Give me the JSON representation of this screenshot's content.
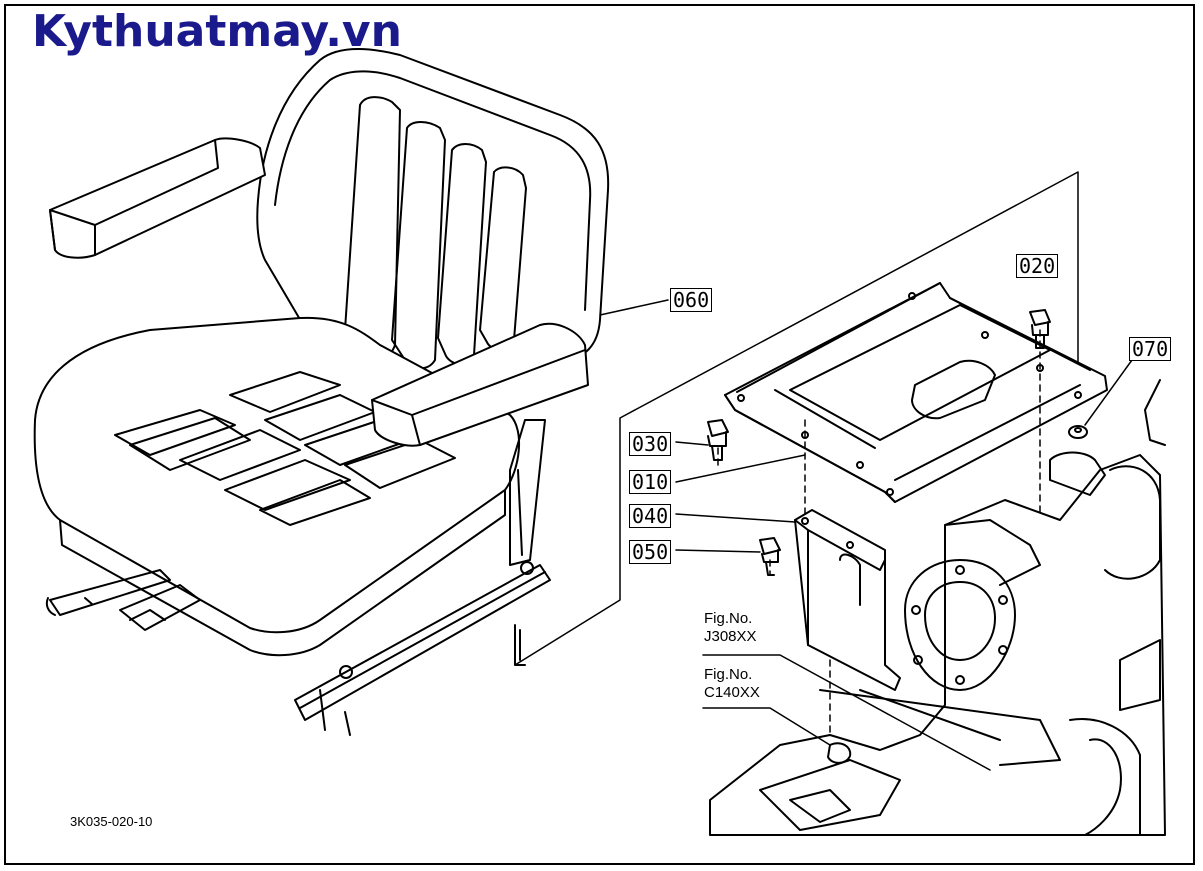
{
  "brand": {
    "title": "Kythuatmay.vn"
  },
  "callouts": [
    {
      "id": "seat",
      "text": "060"
    },
    {
      "id": "bolt-top",
      "text": "020"
    },
    {
      "id": "washer",
      "text": "070"
    },
    {
      "id": "bolt-left",
      "text": "030"
    },
    {
      "id": "plate",
      "text": "010"
    },
    {
      "id": "bracket",
      "text": "040"
    },
    {
      "id": "bolt-bottom",
      "text": "050"
    }
  ],
  "figrefs": [
    {
      "line1": "Fig.No.",
      "line2": "J308XX"
    },
    {
      "line1": "Fig.No.",
      "line2": "C140XX"
    }
  ],
  "figure_code": "3K035-020-10",
  "colors": {
    "brand": "#1a1a8c",
    "ink": "#000000",
    "paper": "#ffffff"
  }
}
